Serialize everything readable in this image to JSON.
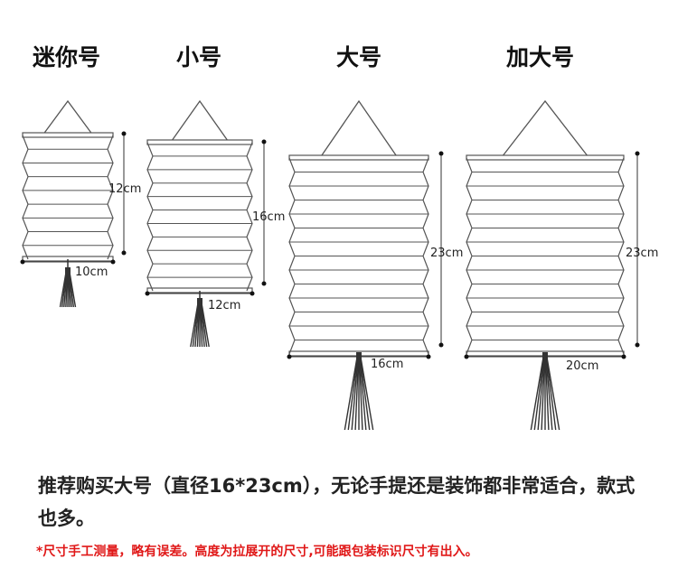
{
  "sizes": [
    {
      "name": "迷你号",
      "height_label": "12cm",
      "width_label": "10cm"
    },
    {
      "name": "小号",
      "height_label": "16cm",
      "width_label": "12cm"
    },
    {
      "name": "大号",
      "height_label": "23cm",
      "width_label": "16cm"
    },
    {
      "name": "加大号",
      "height_label": "23cm",
      "width_label": "20cm"
    }
  ],
  "description": "推荐购买大号（直径16*23cm），无论手提还是装饰都非常适合，款式也多。",
  "note": "*尺寸手工测量，略有误差。高度为拉展开的尺寸,可能跟包装标识尺寸有出入。",
  "colors": {
    "note": "#e01818",
    "text": "#222222",
    "lantern_line": "#555555",
    "tassel": "#333333"
  }
}
